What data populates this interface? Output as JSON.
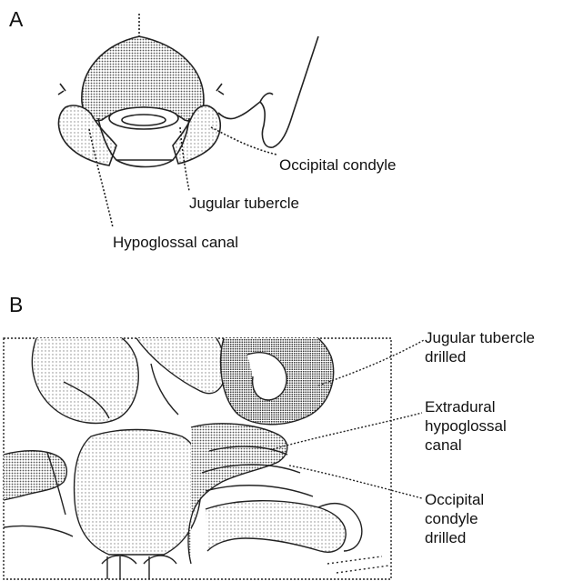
{
  "panels": [
    {
      "letter": "A",
      "labels": {
        "occipital_condyle": "Occipital condyle",
        "jugular_tubercle": "Jugular tubercle",
        "hypoglossal_canal": "Hypoglossal canal"
      }
    },
    {
      "letter": "B",
      "labels": {
        "jugular_tubercle_drilled": [
          "Jugular tubercle",
          "drilled"
        ],
        "extradural_hypoglossal_canal": [
          "Extradural",
          "hypoglossal",
          "canal"
        ],
        "occipital_condyle_drilled": [
          "Occipital",
          "condyle",
          "drilled"
        ]
      }
    }
  ]
}
